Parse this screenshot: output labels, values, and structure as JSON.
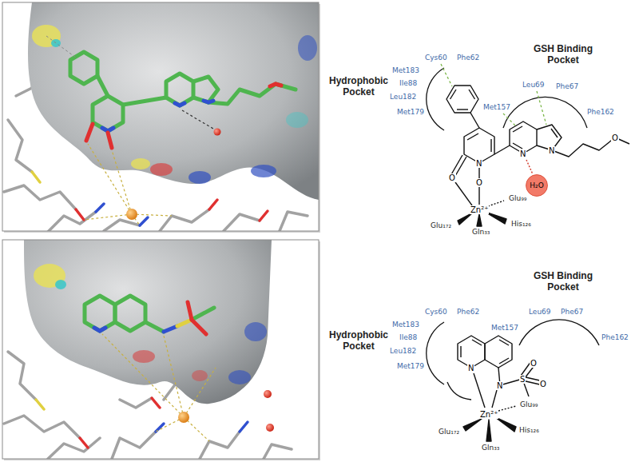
{
  "diagram": {
    "nodes": [
      {
        "text": [
          "H₂O"
        ]
      }
    ],
    "labels": [
      "GSH Binding Pocket",
      "Hydrophobic Pocket",
      "Met157",
      "Leu69",
      "Phe67",
      "Phe162",
      "Cys60",
      "Phe62",
      "Met183",
      "Ile88",
      "Leu182",
      "Met179",
      "O",
      "N",
      "O",
      "N",
      "N",
      "O",
      "Zn²⁺",
      "Glu₉₉",
      "Glu₁₇₂",
      "His₁₂₆",
      "Gln₃₃",
      "GSH Binding Pocket",
      "Hydrophobic Pocket",
      "Met157",
      "Leu69",
      "Phe67",
      "Phe162",
      "Cys60",
      "Phe62",
      "Met183",
      "Ile88",
      "Leu182",
      "Met179",
      "N",
      "N",
      "S",
      "O",
      "O",
      "Zn²⁺",
      "Glu₉₉",
      "Glu₁₇₂",
      "His₁₂₆",
      "Gln₃₃"
    ]
  }
}
